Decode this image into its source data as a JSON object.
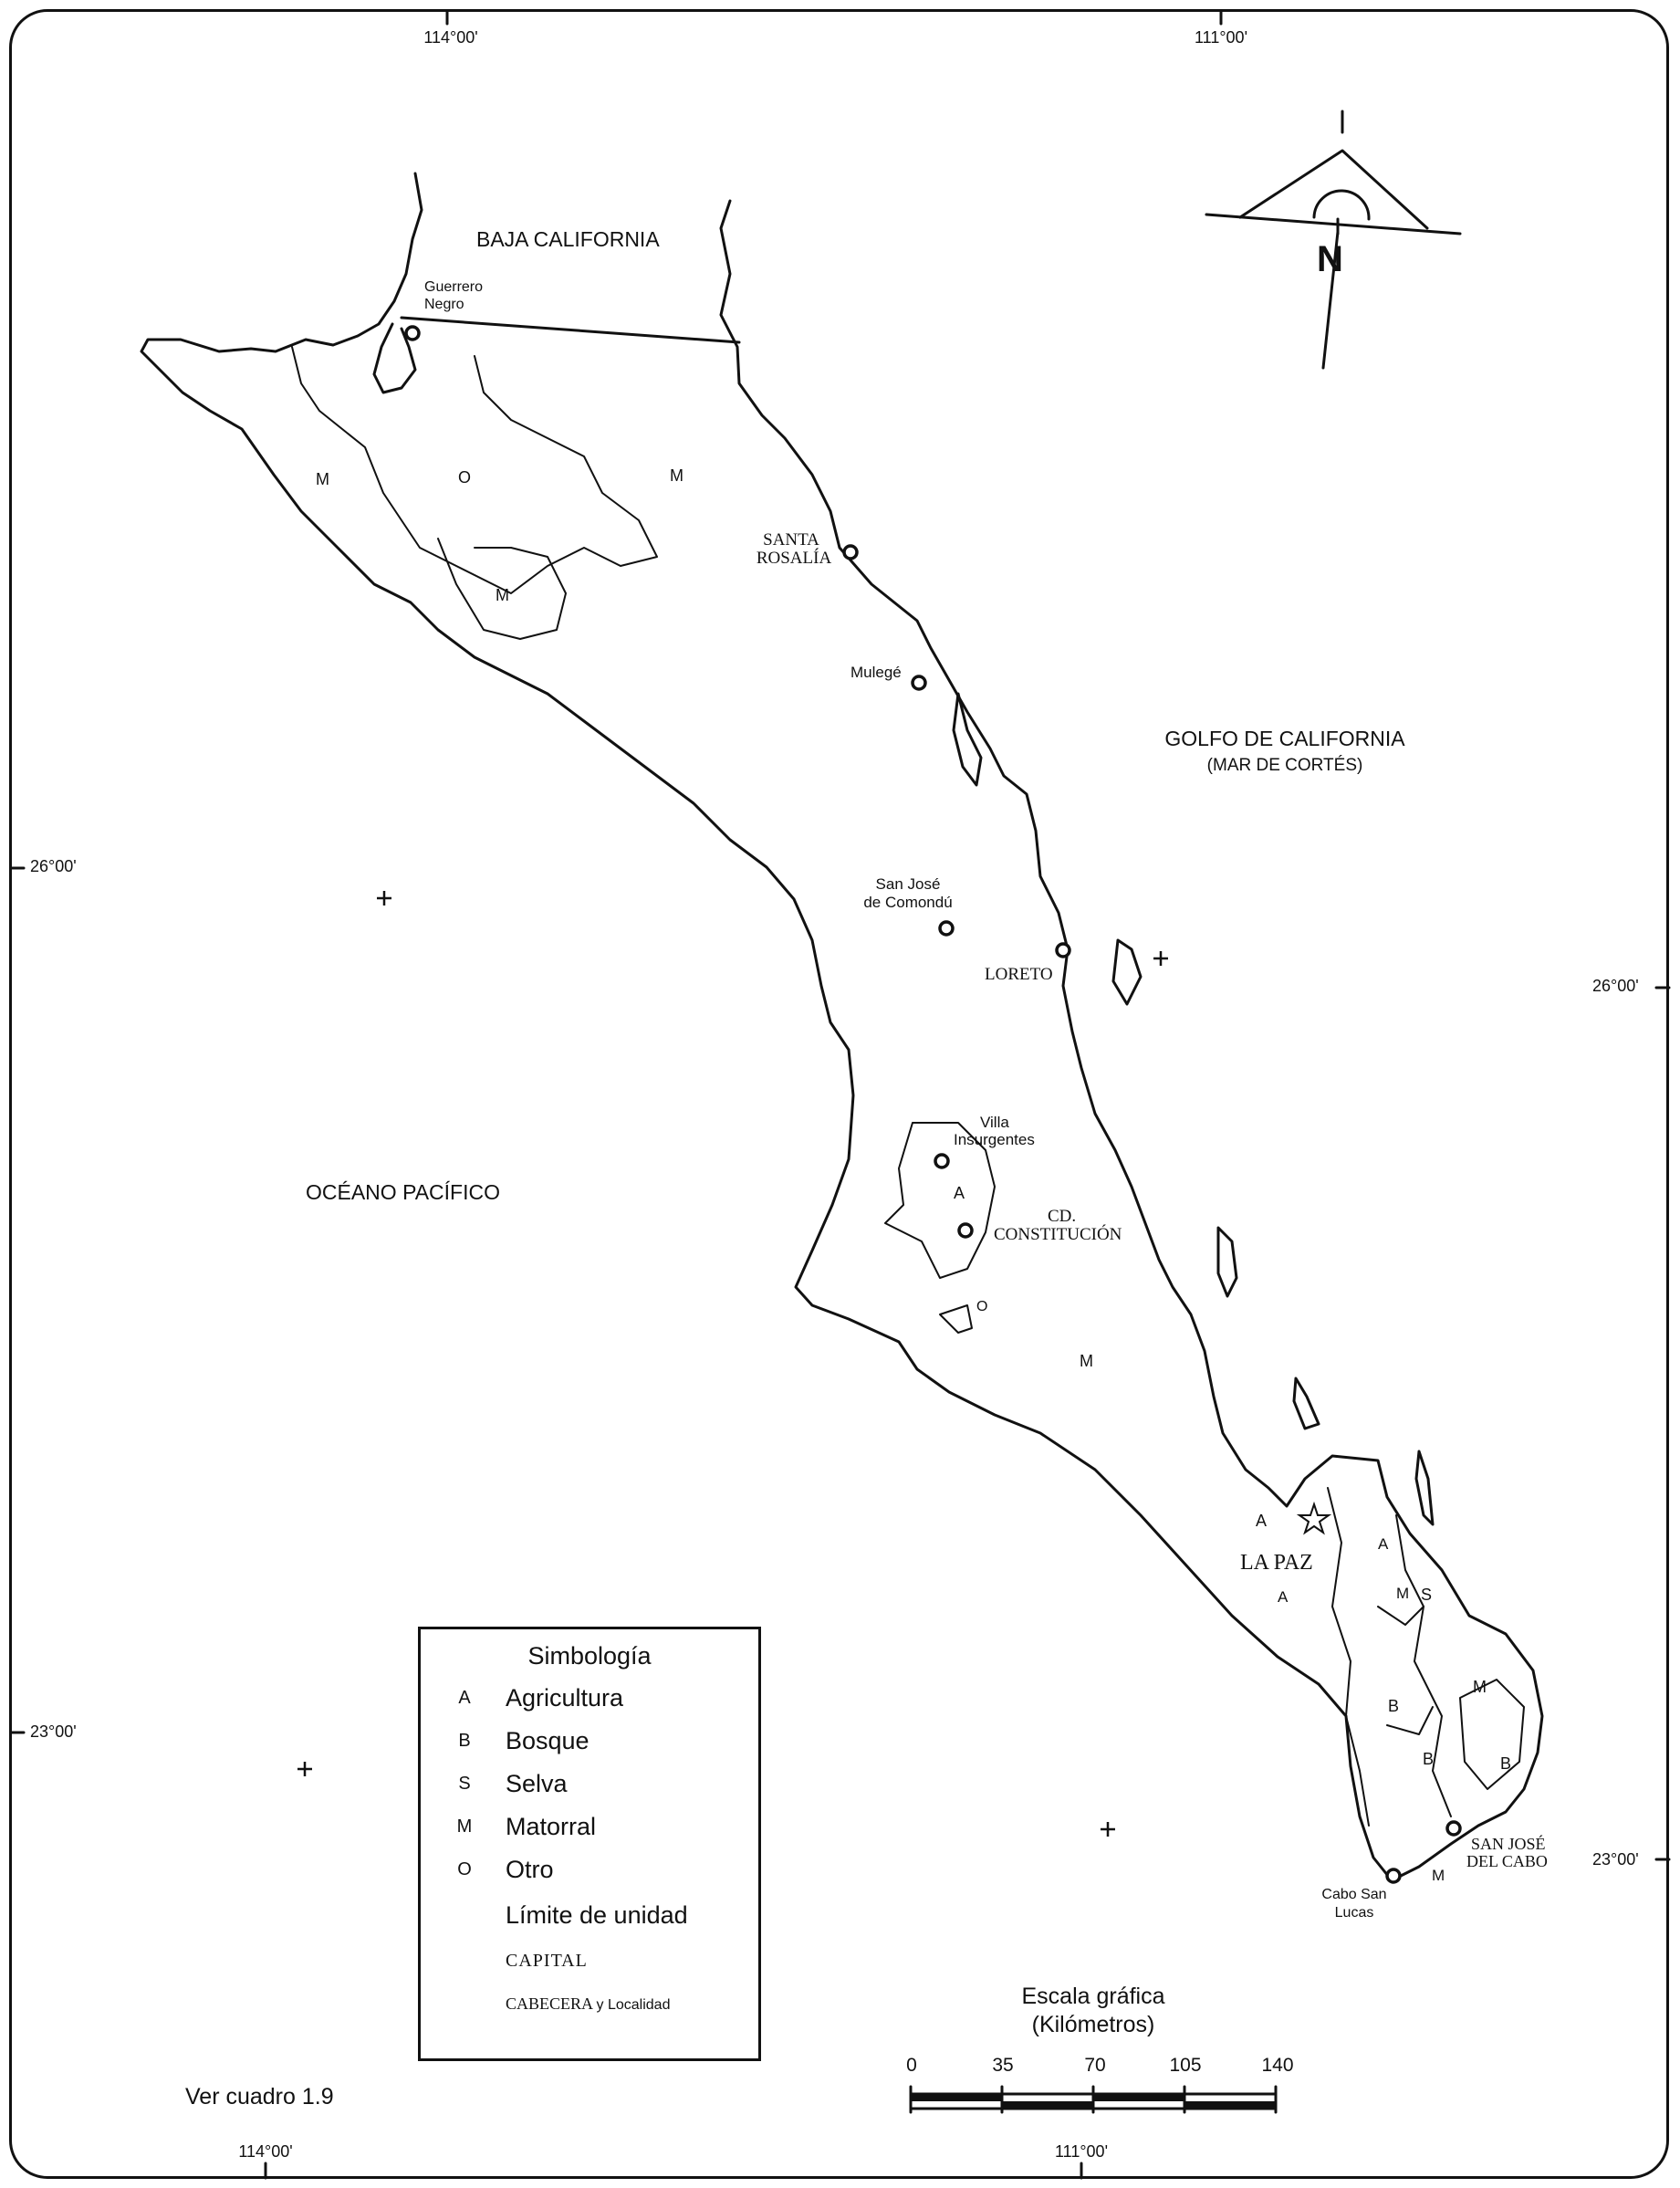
{
  "coordinates": {
    "top_lon_left": "114°00'",
    "top_lon_right": "111°00'",
    "bottom_lon_left": "114°00'",
    "bottom_lon_right": "111°00'",
    "left_lat_upper": "26°00'",
    "left_lat_lower": "23°00'",
    "right_lat_upper": "26°00'",
    "right_lat_lower": "23°00'"
  },
  "regions": {
    "baja_california": "BAJA CALIFORNIA",
    "golfo_line1": "GOLFO DE CALIFORNIA",
    "golfo_line2": "(MAR DE CORTÉS)",
    "oceano": "OCÉANO PACÍFICO"
  },
  "places": {
    "guerrero_negro_1": "Guerrero",
    "guerrero_negro_2": "Negro",
    "santa_rosalia_1": "SANTA",
    "santa_rosalia_2": "ROSALÍA",
    "mulege": "Mulegé",
    "san_jose_comondu_1": "San José",
    "san_jose_comondu_2": "de Comondú",
    "loreto": "LORETO",
    "villa_insurgentes_1": "Villa",
    "villa_insurgentes_2": "Insurgentes",
    "cd_constitucion_1": "CD.",
    "cd_constitucion_2": "CONSTITUCIÓN",
    "la_paz": "LA PAZ",
    "san_jose_cabo_1": "SAN JOSÉ",
    "san_jose_cabo_2": "DEL CABO",
    "cabo_san_lucas_1": "Cabo San",
    "cabo_san_lucas_2": "Lucas"
  },
  "unit_letters": {
    "m1": "M",
    "o1": "O",
    "m2": "M",
    "m3": "M",
    "a1": "A",
    "o2": "O",
    "m4": "M",
    "a2": "A",
    "a3": "A",
    "a4": "A",
    "m5": "M",
    "s1": "S",
    "b1": "B",
    "b2": "B",
    "m6": "M",
    "b3": "B",
    "m7": "M"
  },
  "north_arrow": {
    "letter": "N"
  },
  "legend": {
    "title": "Simbología",
    "items": [
      {
        "symbol": "A",
        "label": "Agricultura"
      },
      {
        "symbol": "B",
        "label": "Bosque"
      },
      {
        "symbol": "S",
        "label": "Selva"
      },
      {
        "symbol": "M",
        "label": "Matorral"
      },
      {
        "symbol": "O",
        "label": "Otro"
      },
      {
        "symbol": "line",
        "label": "Límite de unidad"
      },
      {
        "symbol": "star",
        "label": "CAPITAL"
      },
      {
        "symbol": "circle",
        "label_main": "CABECERA",
        "label_tail": "y Localidad"
      }
    ]
  },
  "scale": {
    "title": "Escala gráfica",
    "units": "(Kilómetros)",
    "ticks": [
      "0",
      "35",
      "70",
      "105",
      "140"
    ]
  },
  "note": "Ver cuadro 1.9"
}
